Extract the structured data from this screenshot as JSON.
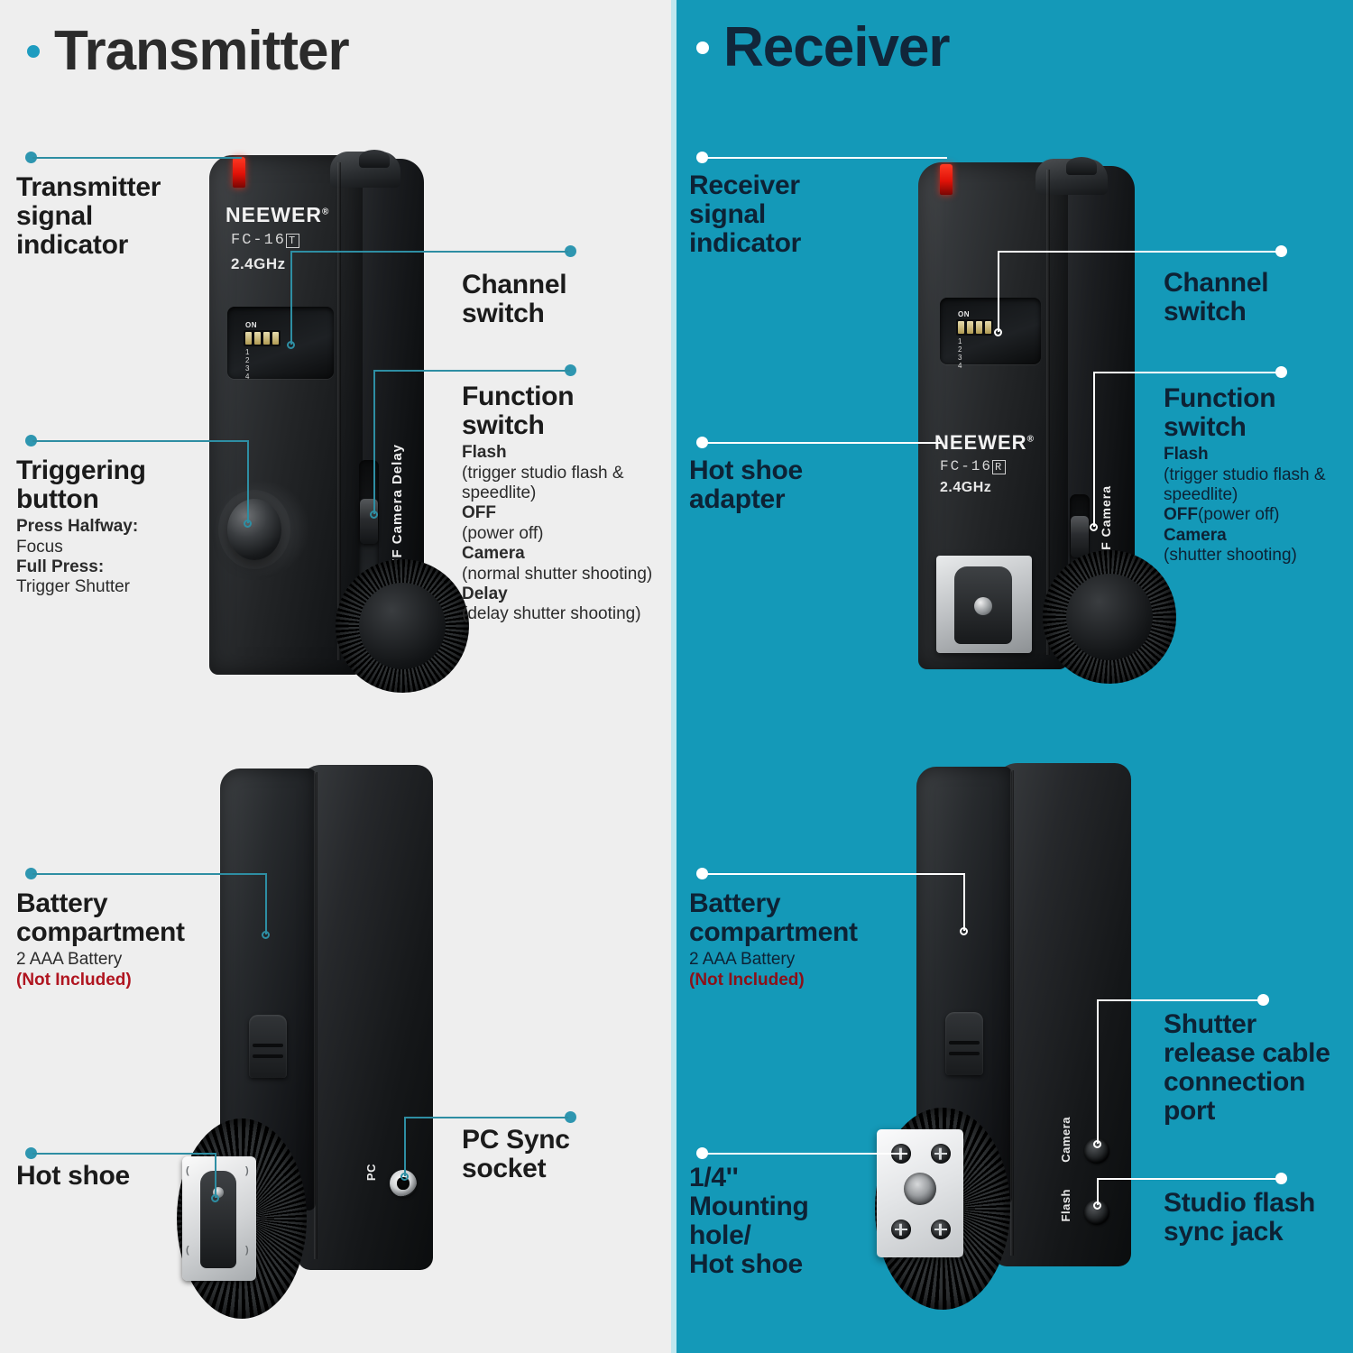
{
  "colors": {
    "left_bg": "#eeeeee",
    "right_bg": "#1499b8",
    "accent_teal": "#2e96b0",
    "divider": "#bfe7ef",
    "warning_red": "#b01520"
  },
  "left": {
    "heading": "Transmitter",
    "device": {
      "brand": "NEEWER",
      "reg": "®",
      "model": "FC-16",
      "model_badge": "T",
      "frequency": "2.4GHz",
      "dip_on_label": "ON",
      "dip_numbers": "1 2 3 4",
      "switch_positions": "Flash OFF Camera Delay",
      "pc_label": "PC"
    },
    "callouts": {
      "signal_indicator": {
        "title": "Transmitter\nsignal\nindicator"
      },
      "channel_switch": {
        "title": "Channel\nswitch"
      },
      "function_switch": {
        "title": "Function\nswitch",
        "items": [
          {
            "name": "Flash",
            "desc": "(trigger studio flash & speedlite)"
          },
          {
            "name": "OFF",
            "desc": "(power off)"
          },
          {
            "name": "Camera",
            "desc": "(normal shutter shooting)"
          },
          {
            "name": "Delay",
            "desc": "(delay shutter shooting)"
          }
        ]
      },
      "triggering_button": {
        "title": "Triggering\nbutton",
        "half_label": "Press Halfway:",
        "half_value": "Focus",
        "full_label": "Full Press:",
        "full_value": "Trigger Shutter"
      },
      "battery_compartment": {
        "title": "Battery\ncompartment",
        "sub": "2 AAA Battery",
        "note": "(Not Included)"
      },
      "hot_shoe": {
        "title": "Hot shoe"
      },
      "pc_sync_socket": {
        "title": "PC Sync\nsocket"
      }
    }
  },
  "right": {
    "heading": "Receiver",
    "device": {
      "brand": "NEEWER",
      "reg": "®",
      "model": "FC-16",
      "model_badge": "R",
      "frequency": "2.4GHz",
      "dip_on_label": "ON",
      "dip_numbers": "1 2 3 4",
      "switch_positions": "Flash OFF Camera",
      "port_camera_label": "Camera",
      "port_flash_label": "Flash"
    },
    "callouts": {
      "signal_indicator": {
        "title": "Receiver\nsignal\nindicator"
      },
      "channel_switch": {
        "title": "Channel\nswitch"
      },
      "function_switch": {
        "title": "Function\nswitch",
        "items": [
          {
            "name": "Flash",
            "desc": "(trigger studio flash & speedlite)"
          },
          {
            "name": "OFF",
            "desc": "(power off)"
          },
          {
            "name": "Camera",
            "desc": "(shutter shooting)"
          }
        ]
      },
      "hot_shoe_adapter": {
        "title": "Hot shoe\nadapter"
      },
      "battery_compartment": {
        "title": "Battery\ncompartment",
        "sub": "2 AAA Battery",
        "note": "(Not Included)"
      },
      "shutter_release_port": {
        "title": "Shutter\nrelease cable\nconnection\nport"
      },
      "studio_flash_jack": {
        "title": "Studio flash\nsync jack"
      },
      "mounting_hole": {
        "title": "1/4''\nMounting\nhole/\nHot shoe"
      }
    }
  }
}
